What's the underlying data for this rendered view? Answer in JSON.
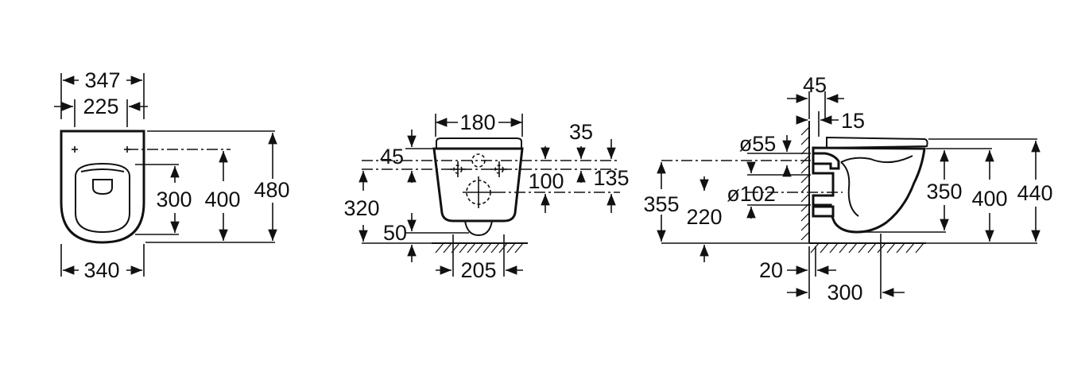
{
  "front_view": {
    "width_overall": "347",
    "width_fixing": "225",
    "width_bottom": "340",
    "height_300": "300",
    "height_400": "400",
    "height_480": "480"
  },
  "rear_view": {
    "width_180": "180",
    "dim_35": "35",
    "dim_45": "45",
    "dim_100": "100",
    "dim_135": "135",
    "dim_320": "320",
    "dim_50": "50",
    "width_205": "205"
  },
  "side_view": {
    "dim_45": "45",
    "dim_15": "15",
    "dia_55": "ø55",
    "dia_102": "ø102",
    "dim_355": "355",
    "dim_220": "220",
    "dim_350": "350",
    "dim_400": "400",
    "dim_440": "440",
    "dim_20": "20",
    "dim_300": "300"
  }
}
